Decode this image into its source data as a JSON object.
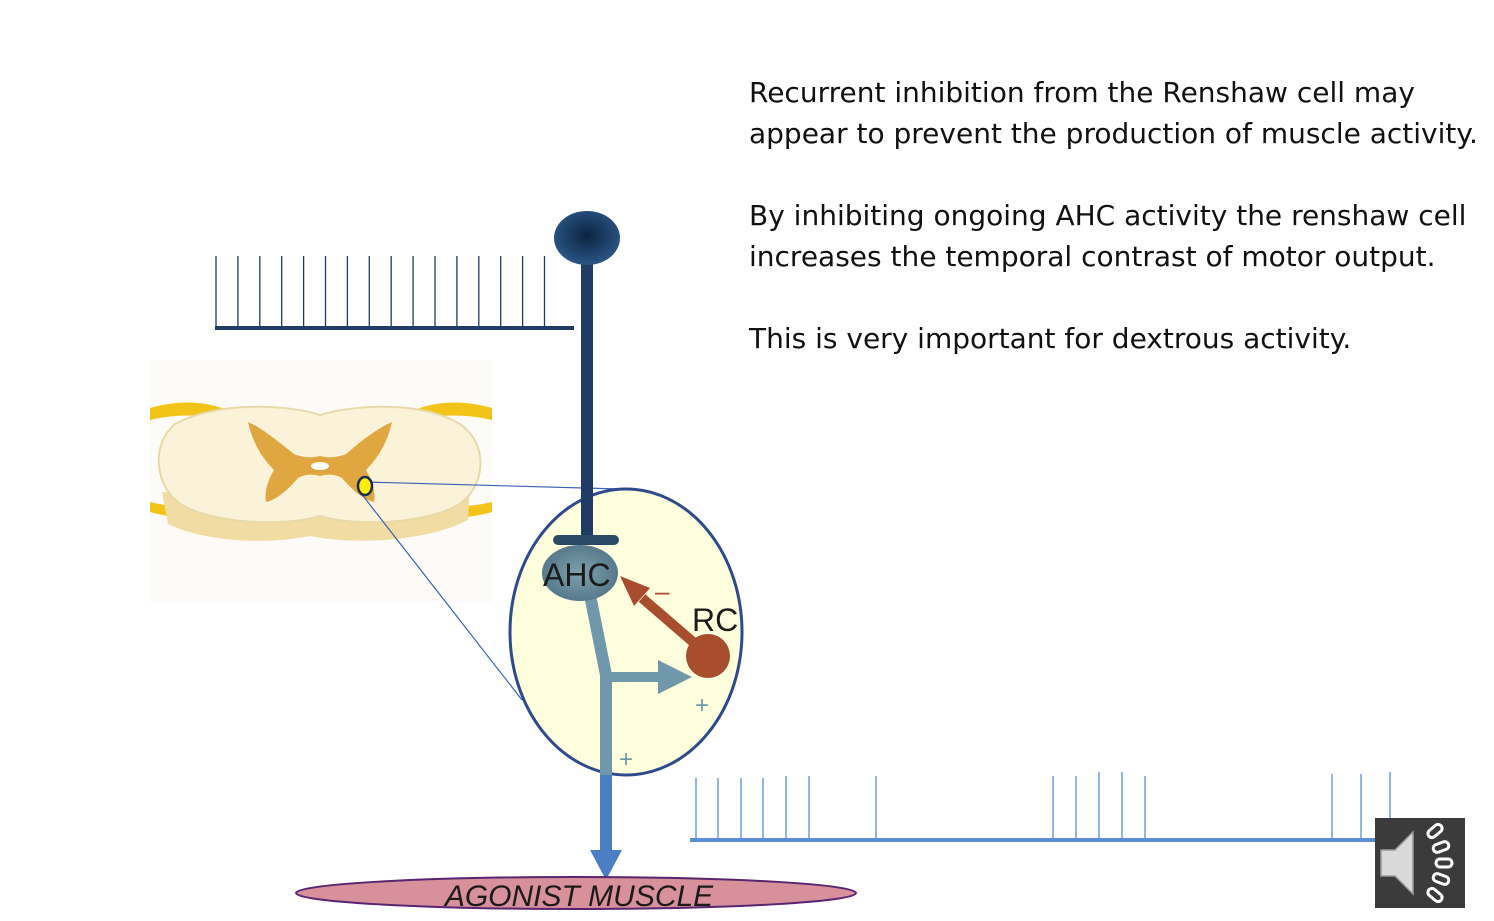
{
  "paragraphs": [
    "Recurrent inhibition from the Renshaw cell may appear to prevent the production of muscle activity.",
    "By inhibiting ongoing AHC activity the renshaw cell increases the temporal contrast of motor output.",
    "This is very important for dextrous activity."
  ],
  "labels": {
    "ahc": "AHC",
    "rc": "RC",
    "minus": "–",
    "plus_branch": "+",
    "plus_axon": "+",
    "muscle": "AGONIST MUSCLE"
  },
  "colors": {
    "descending": "#1f3c66",
    "motor_axon": "#6f98aa",
    "output_axon": "#4a7fc4",
    "renshaw": "#a84d2e",
    "inset_fill": "#ffffdd",
    "inset_stroke": "#2e4a8c",
    "grey_matter": "#e0a640",
    "muscle": "#d8909a",
    "output_train": "#5b8ed6"
  },
  "icons": {
    "speaker": "speaker-icon"
  }
}
